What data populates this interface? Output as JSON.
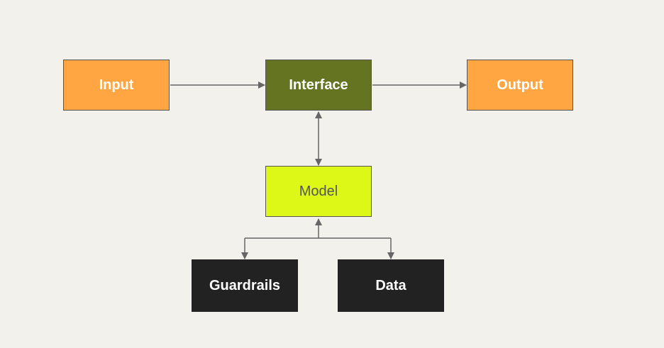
{
  "diagram": {
    "nodes": {
      "input": {
        "label": "Input",
        "fill": "#ffa541"
      },
      "interface": {
        "label": "Interface",
        "fill": "#657420"
      },
      "output": {
        "label": "Output",
        "fill": "#ffa541"
      },
      "model": {
        "label": "Model",
        "fill": "#ddf716"
      },
      "guardrails": {
        "label": "Guardrails",
        "fill": "#222222"
      },
      "data": {
        "label": "Data",
        "fill": "#222222"
      }
    },
    "edges": [
      {
        "from": "Input",
        "to": "Interface",
        "direction": "forward"
      },
      {
        "from": "Interface",
        "to": "Output",
        "direction": "forward"
      },
      {
        "from": "Interface",
        "to": "Model",
        "direction": "bidirectional"
      },
      {
        "from": "Model",
        "to": "Guardrails",
        "direction": "bidirectional"
      },
      {
        "from": "Model",
        "to": "Data",
        "direction": "bidirectional"
      }
    ],
    "connector_color": "#666666"
  }
}
